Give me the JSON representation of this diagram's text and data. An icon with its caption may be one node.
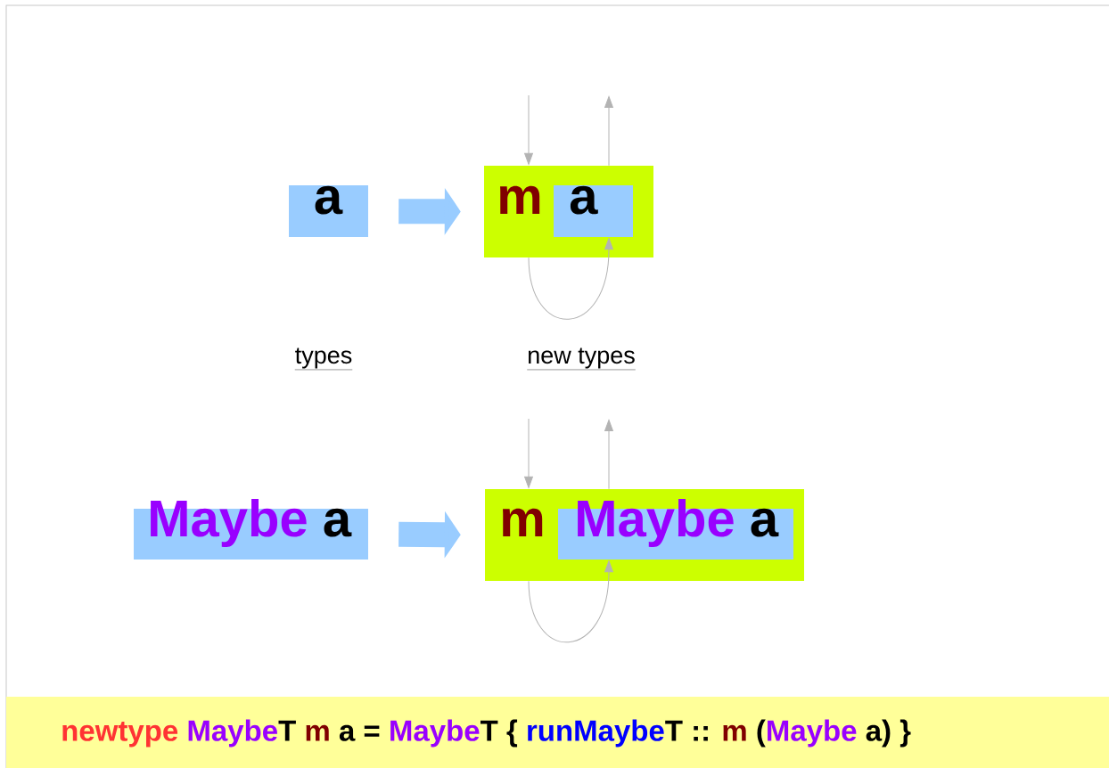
{
  "diagram": {
    "nodes": [
      {
        "text": [
          "a"
        ]
      },
      {
        "text": [
          "m"
        ]
      },
      {
        "text": [
          "a"
        ],
        "in": 1
      },
      {
        "text": [
          "Maybe",
          "a"
        ]
      },
      {
        "text": [
          "m"
        ]
      },
      {
        "text": [
          "Maybe",
          "a"
        ],
        "in": 4
      }
    ],
    "edges": [
      {
        "from": 0,
        "to": 1,
        "arrow": "to",
        "style": "thick",
        "color": "#99ccff"
      },
      {
        "from": null,
        "to": 1,
        "arrow": "to"
      },
      {
        "from": 1,
        "to": null,
        "arrow": "to"
      },
      {
        "from": 1,
        "to": 2,
        "arrow": "to"
      },
      {
        "from": 3,
        "to": 4,
        "arrow": "to",
        "style": "thick",
        "color": "#99ccff"
      },
      {
        "from": null,
        "to": 4,
        "arrow": "to"
      },
      {
        "from": 4,
        "to": null,
        "arrow": "to"
      },
      {
        "from": 4,
        "to": 5,
        "arrow": "to"
      }
    ],
    "labels": [
      "types",
      "new types",
      "newtype",
      "Maybe",
      "T",
      "m",
      "a =",
      "Maybe",
      "T {",
      "runMaybe",
      "T ::",
      "m",
      "(",
      "Maybe",
      "a) }"
    ]
  }
}
